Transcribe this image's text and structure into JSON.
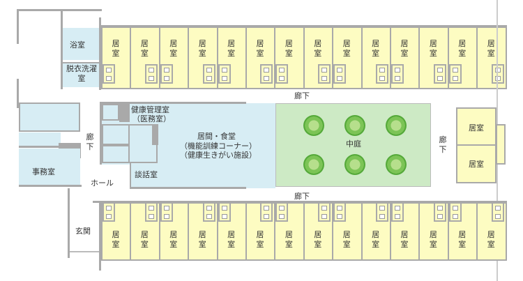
{
  "colors": {
    "room": "#fdfcc2",
    "common": "#d7edf4",
    "garden": "#cdeac5",
    "wall": "#a9a9a9"
  },
  "labels": {
    "bath": "浴室",
    "dressing": "脱衣洗濯室",
    "office": "事務室",
    "hall": "ホール",
    "entrance": "玄関",
    "corridor": "廊下",
    "corridor_v": "廊下",
    "corridor_right": "廊下",
    "corridor_top": "廊下",
    "corridor_bottom": "廊下",
    "health": "健康管理室",
    "health_sub": "（医務室）",
    "talk": "談話室",
    "living": "居間・食堂",
    "living_sub1": "（機能訓練コーナー）",
    "living_sub2": "（健康生きがい施設）",
    "garden": "中庭"
  },
  "top_rooms": [
    "居室",
    "居室",
    "居室",
    "居室",
    "居室",
    "居室",
    "居室",
    "居室",
    "居室",
    "居室",
    "居室",
    "居室",
    "居室",
    "居室"
  ],
  "bottom_rooms": [
    "居室",
    "居室",
    "居室",
    "居室",
    "居室",
    "居室",
    "居室",
    "居室",
    "居室",
    "居室",
    "居室",
    "居室",
    "居室",
    "居室"
  ],
  "right_rooms": [
    "居室",
    "居室"
  ]
}
